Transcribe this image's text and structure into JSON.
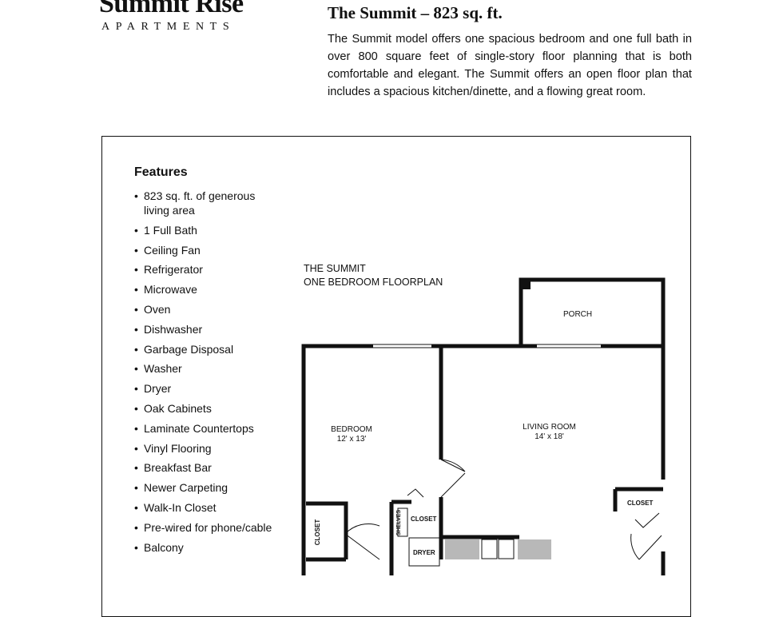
{
  "logo": {
    "name": "Summit Rise",
    "subtitle": "APARTMENTS"
  },
  "model": {
    "title": "The Summit – 823 sq. ft.",
    "description": "The Summit model offers one spacious bedroom and one full bath in over 800 square feet of single-story floor planning that is both comfortable and elegant. The Summit offers an open floor plan that includes a spacious kitchen/dinette, and a flowing great room."
  },
  "features": {
    "heading": "Features",
    "items": [
      "823 sq. ft. of generous living area",
      "1 Full Bath",
      "Ceiling Fan",
      "Refrigerator",
      "Microwave",
      "Oven",
      "Dishwasher",
      "Garbage Disposal",
      "Washer",
      "Dryer",
      "Oak Cabinets",
      "Laminate Countertops",
      "Vinyl Flooring",
      "Breakfast Bar",
      "Newer Carpeting",
      "Walk-In Closet",
      "Pre-wired for phone/cable",
      "Balcony"
    ]
  },
  "floorplan": {
    "title_line1": "THE SUMMIT",
    "title_line2": "ONE BEDROOM FLOORPLAN",
    "rooms": {
      "porch": "PORCH",
      "bedroom": "BEDROOM",
      "bedroom_size": "12' x 13'",
      "living": "LIVING ROOM",
      "living_size": "14' x 18'",
      "closet_left": "CLOSET",
      "shelves": "SHELVES",
      "closet_mid": "CLOSET",
      "dryer": "DRYER",
      "closet_right": "CLOSET"
    }
  }
}
